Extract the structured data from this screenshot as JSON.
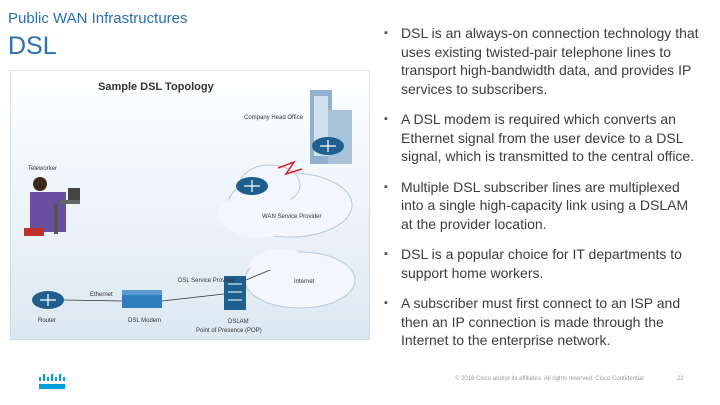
{
  "header": {
    "section_label": "Public WAN Infrastructures",
    "title": "DSL"
  },
  "diagram": {
    "title": "Sample DSL Topology",
    "labels": {
      "company_head_office": "Company Head Office",
      "teleworker": "Teleworker",
      "wan_service_provider": "WAN Service Provider",
      "dsl_service_provider": "DSL Service Provider",
      "internet": "Internet",
      "ethernet": "Ethernet",
      "router": "Router",
      "dsl_modem": "DSL Modem",
      "dslam": "DSLAM",
      "point_of_presence": "Point of Presence (POP)"
    }
  },
  "bullets": [
    "DSL is an always-on connection technology that uses existing twisted-pair telephone lines to transport high-bandwidth data, and provides IP services to subscribers.",
    "A DSL modem is required which converts an Ethernet signal from the user device to a DSL signal, which is transmitted to the central office.",
    "Multiple DSL subscriber lines are multiplexed into a single high-capacity link using a DSLAM at the provider location.",
    "DSL is a popular choice for IT departments to support home workers.",
    "A subscriber must first connect to an ISP and then an IP connection is made through the Internet to the enterprise network."
  ],
  "bullet_marker": "▪",
  "footer": {
    "text": "© 2016 Cisco and/or its affiliates. All rights reserved. Cisco Confidential",
    "page": "22"
  },
  "colors": {
    "accent": "#2a6fb0",
    "router": "#1f5f8f",
    "logo": "#049fd9"
  },
  "icons": [
    "cisco-logo-icon",
    "router-icon",
    "building-icon",
    "cloud-icon",
    "modem-icon",
    "dslam-icon",
    "teleworker-icon"
  ]
}
